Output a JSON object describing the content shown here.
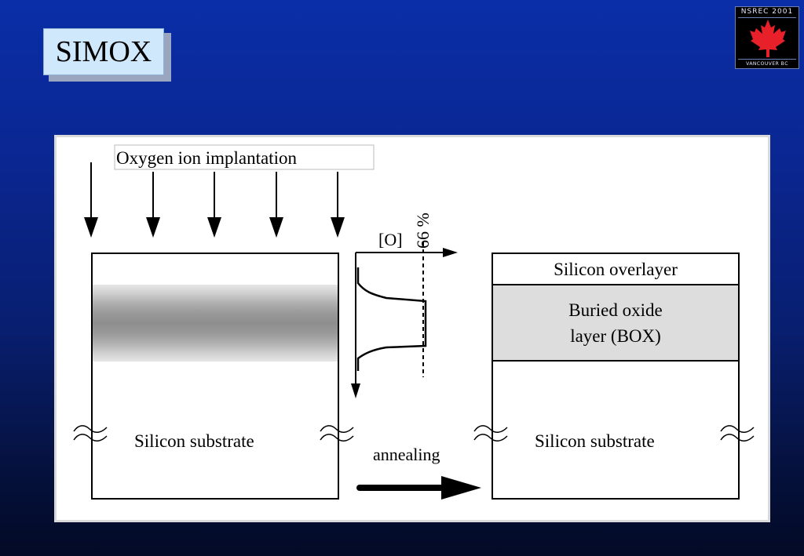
{
  "slide": {
    "title": "SIMOX",
    "logo": {
      "top_text": "NSREC 2001",
      "bottom_text": "VANCOUVER BC",
      "icon": "maple-leaf-icon",
      "leaf_color": "#e8202a"
    },
    "colors": {
      "background_top": "#0a2ea8",
      "background_bottom": "#030a26",
      "title_box": "#cfe8fb"
    }
  },
  "diagram": {
    "implant_label": "Oxygen ion implantation",
    "profile_axis_label": "[O]",
    "profile_max_label": "66 %",
    "left_substrate_label": "Silicon substrate",
    "annealing_label": "annealing",
    "overlayer_label": "Silicon overlayer",
    "box_label_line1": "Buried oxide",
    "box_label_line2": "layer (BOX)",
    "right_substrate_label": "Silicon substrate"
  }
}
